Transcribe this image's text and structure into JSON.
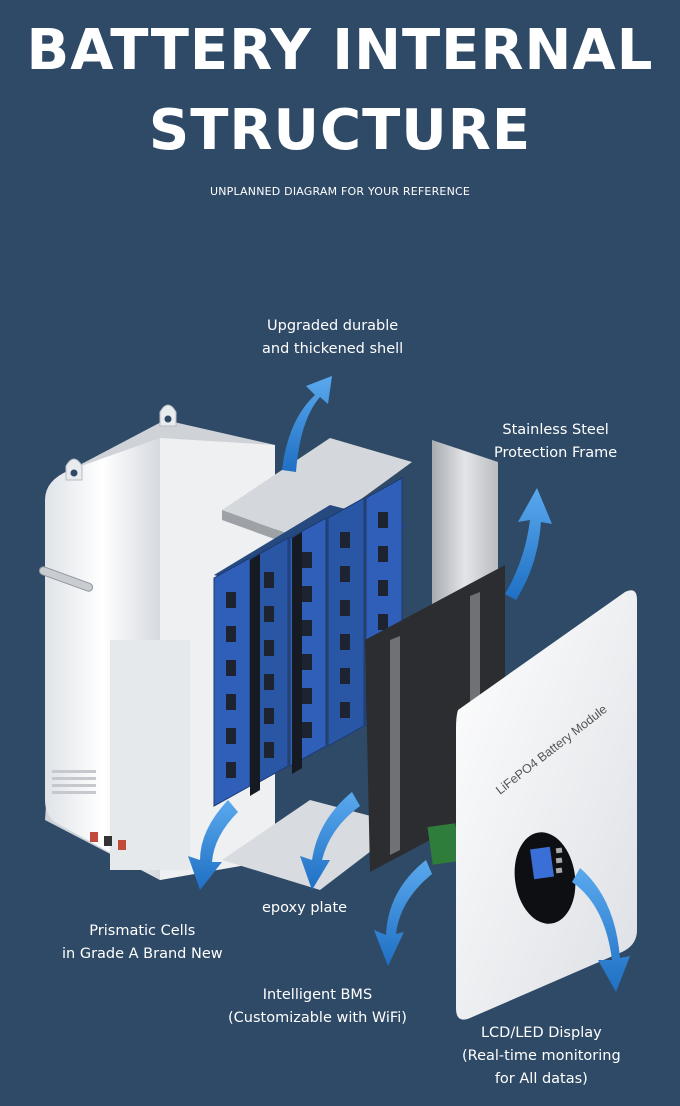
{
  "header": {
    "title_line1": "BATTERY INTERNAL",
    "title_line2": "STRUCTURE",
    "subtitle": "UNPLANNED DIAGRAM FOR YOUR REFERENCE"
  },
  "product": {
    "front_panel_text": "LiFePO4 Battery Module"
  },
  "labels": {
    "shell": {
      "line1": "Upgraded durable",
      "line2": "and thickened shell"
    },
    "frame": {
      "line1": "Stainless Steel",
      "line2": "Protection Frame"
    },
    "cells": {
      "line1": "Prismatic Cells",
      "line2": "in Grade A Brand New"
    },
    "epoxy": {
      "line1": "epoxy plate"
    },
    "bms": {
      "line1": "Intelligent BMS",
      "line2": "(Customizable with WiFi)"
    },
    "display": {
      "line1": "LCD/LED Display",
      "line2": "(Real-time monitoring",
      "line3": "for All datas)"
    }
  },
  "colors": {
    "background": "#2f4a66",
    "arrow": "#2f86d6",
    "cell": "#2f5fb8",
    "panel": "#f2f3f5"
  }
}
